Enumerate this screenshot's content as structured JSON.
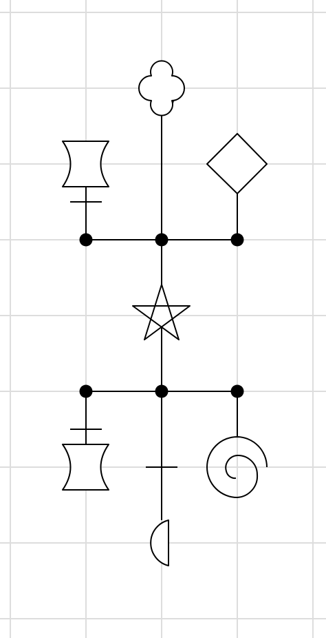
{
  "diagram": {
    "kind": "symbol-tree",
    "colors": {
      "background": "#ffffff",
      "grid": "#dddddd",
      "ink": "#000000"
    },
    "symbols": [
      {
        "id": "quatrefoil",
        "icon": "quatrefoil-icon"
      },
      {
        "id": "hourglass-top",
        "icon": "hourglass-icon"
      },
      {
        "id": "diamond",
        "icon": "diamond-icon"
      },
      {
        "id": "star",
        "icon": "pentagram-star-icon"
      },
      {
        "id": "hourglass-bottom",
        "icon": "hourglass-icon"
      },
      {
        "id": "spiral",
        "icon": "spiral-icon"
      },
      {
        "id": "half-circle",
        "icon": "half-circle-icon"
      }
    ],
    "junctions": 6,
    "tick_marks": 3,
    "text_labels": []
  }
}
